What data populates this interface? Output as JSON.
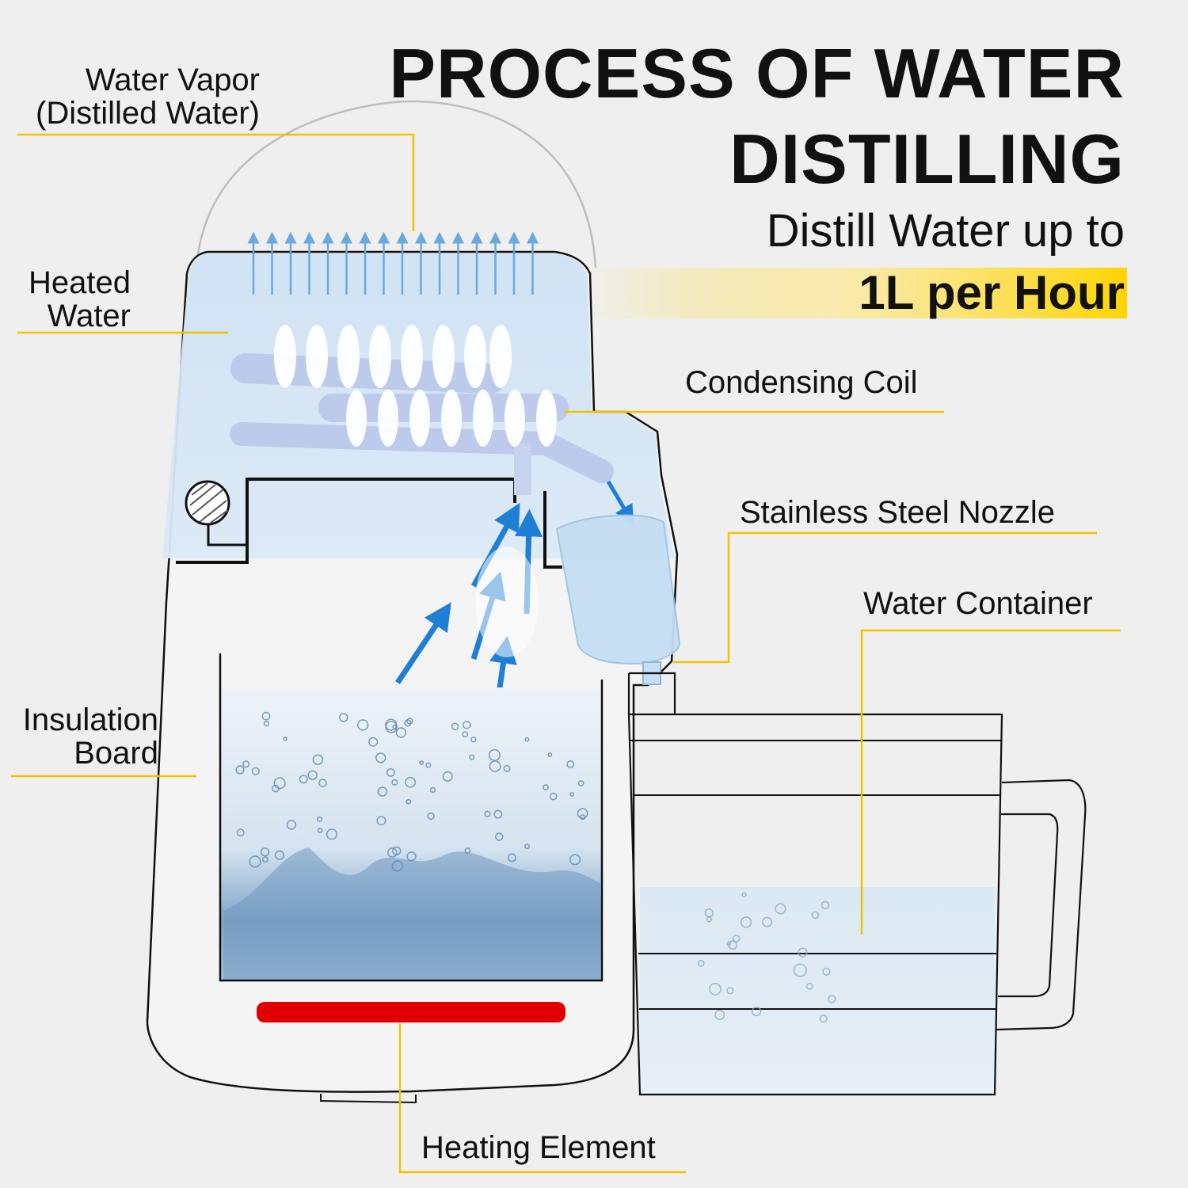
{
  "title": {
    "line1": "PROCESS OF WATER",
    "line2": "DISTILLING"
  },
  "subtitle": {
    "line1": "Distill Water up to",
    "line2": "1L per Hour"
  },
  "labels": {
    "water_vapor": {
      "line1": "Water Vapor",
      "line2": "(Distilled Water)"
    },
    "heated_water": {
      "line1": "Heated",
      "line2": "Water"
    },
    "insulation_board": {
      "line1": "Insulation",
      "line2": "Board"
    },
    "condensing_coil": "Condensing Coil",
    "stainless_steel_nozzle": "Stainless Steel Nozzle",
    "water_container": "Water Container",
    "heating_element": "Heating Element"
  },
  "colors": {
    "leader_line": "#f2c200",
    "highlight": "#ffd400",
    "arrow_blue": "#1f7fd6",
    "heater_red": "#e00000",
    "tank_blue": "#cfe3f5",
    "outline": "#111111"
  }
}
